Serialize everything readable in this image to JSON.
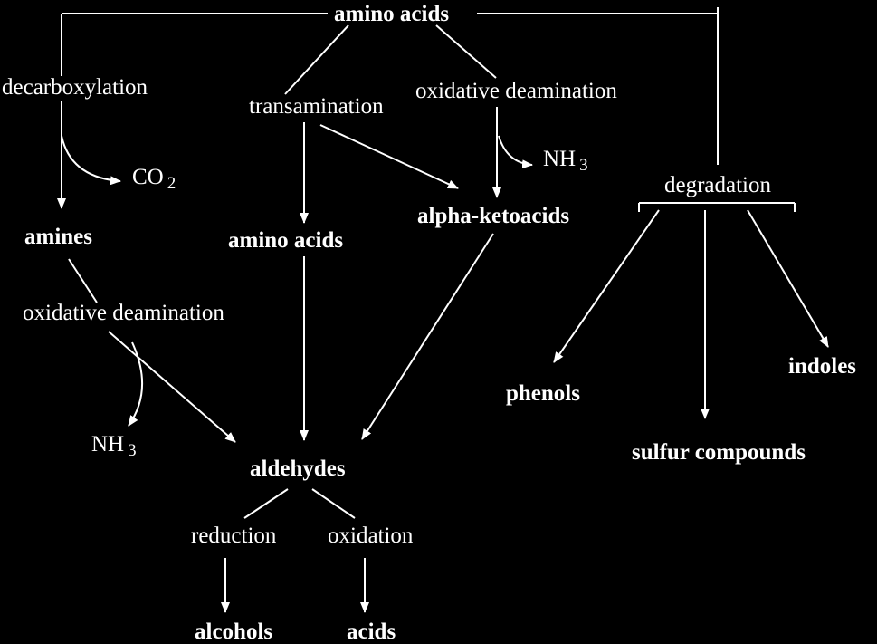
{
  "colors": {
    "background": "#000000",
    "foreground": "#ffffff"
  },
  "nodes": {
    "amino_acids_top": "amino acids",
    "amines": "amines",
    "amino_acids_mid": "amino acids",
    "alpha_ketoacids": "alpha-ketoacids",
    "aldehydes": "aldehydes",
    "alcohols": "alcohols",
    "acids": "acids",
    "phenols": "phenols",
    "sulfur_compounds": "sulfur compounds",
    "indoles": "indoles"
  },
  "processes": {
    "decarboxylation": "decarboxylation",
    "transamination": "transamination",
    "oxidative_deamination_top": "oxidative deamination",
    "oxidative_deamination_left": "oxidative deamination",
    "degradation": "degradation",
    "reduction": "reduction",
    "oxidation": "oxidation"
  },
  "byproducts": {
    "co2": {
      "main": "CO",
      "sub": "2"
    },
    "nh3_top": {
      "main": "NH",
      "sub": "3"
    },
    "nh3_left": {
      "main": "NH",
      "sub": "3"
    }
  }
}
